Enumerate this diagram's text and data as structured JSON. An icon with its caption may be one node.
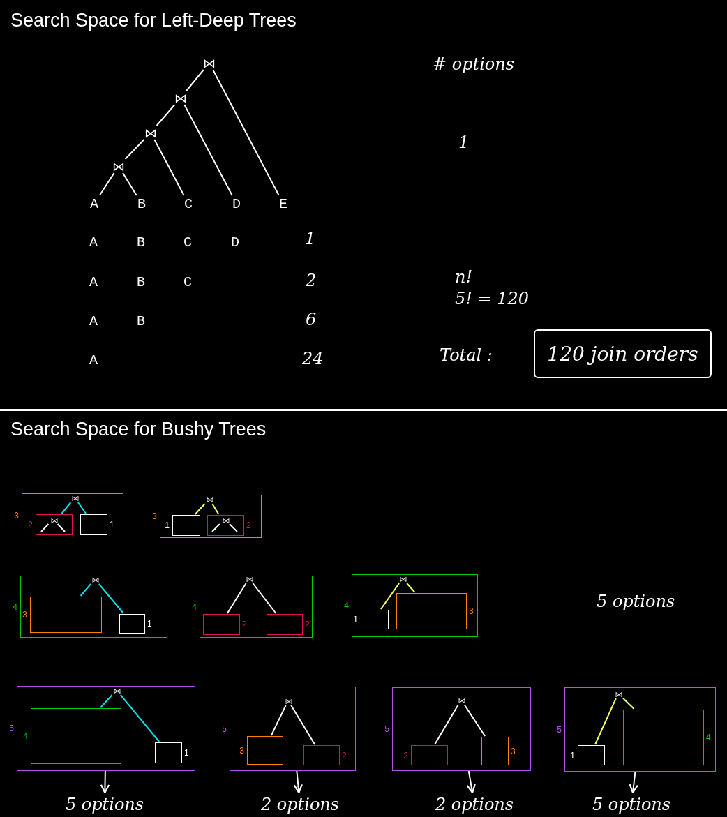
{
  "diagram": {
    "title": "Search Space for Left-Deep Trees",
    "nodes": [
      {
        "text": [
          "⋈"
        ]
      },
      {
        "text": [
          "⋈"
        ]
      },
      {
        "text": [
          "⋈"
        ]
      },
      {
        "text": [
          "⋈"
        ]
      },
      {
        "text": [
          "A"
        ]
      },
      {
        "text": [
          "B"
        ]
      },
      {
        "text": [
          "C"
        ]
      },
      {
        "text": [
          "D"
        ]
      },
      {
        "text": [
          "E"
        ]
      },
      {
        "text": [],
        "shape": "box",
        "beside": [
          "3"
        ]
      },
      {
        "text": [
          "⋈"
        ],
        "in": 9
      },
      {
        "text": [],
        "shape": "box",
        "beside": [
          "2"
        ],
        "in": 9
      },
      {
        "text": [
          "⋈"
        ],
        "in": 11
      },
      {
        "text": [],
        "shape": "box",
        "beside": [
          "1"
        ],
        "in": 9
      },
      {
        "text": [],
        "shape": "box",
        "beside": [
          "3"
        ]
      },
      {
        "text": [
          "⋈"
        ],
        "in": 14
      },
      {
        "text": [],
        "shape": "box",
        "beside": [
          "1"
        ],
        "in": 14
      },
      {
        "text": [],
        "shape": "box",
        "beside": [
          "2"
        ],
        "in": 14
      },
      {
        "text": [
          "⋈"
        ],
        "in": 17
      },
      {
        "text": [],
        "shape": "box",
        "beside": [
          "4"
        ]
      },
      {
        "text": [
          "⋈"
        ],
        "in": 19
      },
      {
        "text": [],
        "shape": "box",
        "beside": [
          "3"
        ],
        "in": 19
      },
      {
        "text": [],
        "shape": "box",
        "beside": [
          "1"
        ],
        "in": 19
      },
      {
        "text": [],
        "shape": "box",
        "beside": [
          "4"
        ]
      },
      {
        "text": [
          "⋈"
        ],
        "in": 23
      },
      {
        "text": [],
        "shape": "box",
        "beside": [
          "2"
        ],
        "in": 23
      },
      {
        "text": [],
        "shape": "box",
        "beside": [
          "2"
        ],
        "in": 23
      },
      {
        "text": [],
        "shape": "box",
        "beside": [
          "4"
        ]
      },
      {
        "text": [
          "⋈"
        ],
        "in": 27
      },
      {
        "text": [],
        "shape": "box",
        "beside": [
          "1"
        ],
        "in": 27
      },
      {
        "text": [],
        "shape": "box",
        "beside": [
          "3"
        ],
        "in": 27
      },
      {
        "text": [],
        "shape": "box",
        "beside": [
          "5"
        ]
      },
      {
        "text": [
          "⋈"
        ],
        "in": 31
      },
      {
        "text": [],
        "shape": "box",
        "beside": [
          "4"
        ],
        "in": 31
      },
      {
        "text": [],
        "shape": "box",
        "beside": [
          "1"
        ],
        "in": 31
      },
      {
        "text": [],
        "shape": "box",
        "beside": [
          "5"
        ]
      },
      {
        "text": [
          "⋈"
        ],
        "in": 35
      },
      {
        "text": [],
        "shape": "box",
        "beside": [
          "3"
        ],
        "in": 35
      },
      {
        "text": [],
        "shape": "box",
        "beside": [
          "2"
        ],
        "in": 35
      },
      {
        "text": [],
        "shape": "box",
        "beside": [
          "5"
        ]
      },
      {
        "text": [
          "⋈"
        ],
        "in": 39
      },
      {
        "text": [],
        "shape": "box",
        "beside": [
          "2"
        ],
        "in": 39
      },
      {
        "text": [],
        "shape": "box",
        "beside": [
          "3"
        ],
        "in": 39
      },
      {
        "text": [],
        "shape": "box",
        "beside": [
          "5"
        ]
      },
      {
        "text": [
          "⋈"
        ],
        "in": 43
      },
      {
        "text": [],
        "shape": "box",
        "beside": [
          "1"
        ],
        "in": 43
      },
      {
        "text": [],
        "shape": "box",
        "beside": [
          "4"
        ],
        "in": 43
      },
      {
        "text": [
          "5 options"
        ]
      },
      {
        "text": [
          "2 options"
        ]
      },
      {
        "text": [
          "2 options"
        ]
      },
      {
        "text": [
          "5 options"
        ]
      },
      {
        "text": [
          "120 join orders"
        ]
      }
    ],
    "edges": [
      {
        "from": 0,
        "to": 1,
        "arrow": "none"
      },
      {
        "from": 0,
        "to": 8,
        "arrow": "none"
      },
      {
        "from": 1,
        "to": 2,
        "arrow": "none"
      },
      {
        "from": 1,
        "to": 7,
        "arrow": "none"
      },
      {
        "from": 2,
        "to": 3,
        "arrow": "none"
      },
      {
        "from": 2,
        "to": 6,
        "arrow": "none"
      },
      {
        "from": 3,
        "to": 4,
        "arrow": "none"
      },
      {
        "from": 3,
        "to": 5,
        "arrow": "none"
      },
      {
        "from": 10,
        "to": 11,
        "arrow": "none",
        "color": "#00e5ee"
      },
      {
        "from": 10,
        "to": 13,
        "arrow": "none",
        "color": "#00e5ee"
      },
      {
        "from": 12,
        "to": null,
        "arrow": "none"
      },
      {
        "from": 12,
        "to": null,
        "arrow": "none"
      },
      {
        "from": 15,
        "to": 16,
        "arrow": "none",
        "color": "#ffff66"
      },
      {
        "from": 15,
        "to": 17,
        "arrow": "none",
        "color": "#ffff66"
      },
      {
        "from": 18,
        "to": null,
        "arrow": "none"
      },
      {
        "from": 18,
        "to": null,
        "arrow": "none"
      },
      {
        "from": 20,
        "to": 21,
        "arrow": "none",
        "color": "#00e5ee"
      },
      {
        "from": 20,
        "to": 22,
        "arrow": "none",
        "color": "#00e5ee"
      },
      {
        "from": 24,
        "to": 25,
        "arrow": "none"
      },
      {
        "from": 24,
        "to": 26,
        "arrow": "none"
      },
      {
        "from": 28,
        "to": 29,
        "arrow": "none",
        "color": "#ffff66"
      },
      {
        "from": 28,
        "to": 30,
        "arrow": "none",
        "color": "#ffff66"
      },
      {
        "from": 32,
        "to": 33,
        "arrow": "none",
        "color": "#00e5ee"
      },
      {
        "from": 32,
        "to": 34,
        "arrow": "none",
        "color": "#00e5ee"
      },
      {
        "from": 36,
        "to": 37,
        "arrow": "none"
      },
      {
        "from": 36,
        "to": 38,
        "arrow": "none"
      },
      {
        "from": 40,
        "to": 41,
        "arrow": "none"
      },
      {
        "from": 40,
        "to": 42,
        "arrow": "none"
      },
      {
        "from": 44,
        "to": 45,
        "arrow": "none",
        "color": "#ffff66"
      },
      {
        "from": 44,
        "to": 46,
        "arrow": "none",
        "color": "#ffff66"
      },
      {
        "from": 31,
        "to": 47,
        "arrow": "to"
      },
      {
        "from": 35,
        "to": 48,
        "arrow": "to"
      },
      {
        "from": 39,
        "to": 49,
        "arrow": "to"
      },
      {
        "from": 43,
        "to": 50,
        "arrow": "to"
      }
    ],
    "labels": [
      "# options",
      "1",
      "A",
      "B",
      "C",
      "D",
      "1",
      "A",
      "B",
      "C",
      "2",
      "n!",
      "5! = 120",
      "A",
      "B",
      "6",
      "A",
      "24",
      "Total :",
      "Search Space for Bushy Trees",
      "5 options"
    ]
  }
}
